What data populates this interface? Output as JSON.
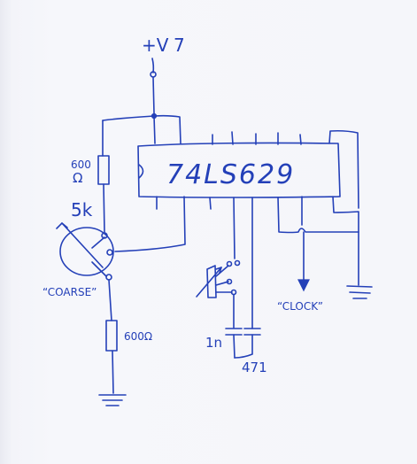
{
  "labels": {
    "supply": "+V",
    "supply_num": "7",
    "chip": "74LS629",
    "r_top_value": "600",
    "r_top_unit": "Ω",
    "pot_value": "5k",
    "pot_name": "“COARSE”",
    "r_bottom": "600Ω",
    "output": "“CLOCK”",
    "cap1": "1n",
    "cap2": "471"
  },
  "colors": {
    "ink": "#2440b8",
    "paper": "#f5f6fa"
  }
}
